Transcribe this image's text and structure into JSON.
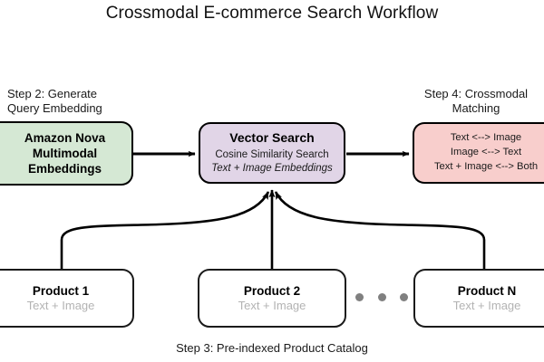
{
  "title": "Crossmodal E-commerce Search Workflow",
  "captions": {
    "step2": "Step 2: Generate\nQuery Embedding",
    "step2_line1": "Step 2: Generate",
    "step2_line2": "Query Embedding",
    "step4_line1": "Step 4: Crossmodal",
    "step4_line2": "Matching",
    "step3": "Step 3: Pre-indexed Product Catalog"
  },
  "nodes": {
    "embeddings": {
      "line1": "Amazon Nova",
      "line2": "Multimodal",
      "line3": "Embeddings",
      "color": "#d5e8d4"
    },
    "vector_search": {
      "title": "Vector Search",
      "subtitle": "Cosine Similarity Search",
      "detail": "Text + Image Embeddings",
      "color": "#e1d5e7"
    },
    "matching": {
      "line1": "Text <--> Image",
      "line2": "Image <--> Text",
      "line3": "Text + Image <--> Both",
      "color": "#f8cecc"
    }
  },
  "products": [
    {
      "name": "Product 1",
      "modality": "Text + Image"
    },
    {
      "name": "Product 2",
      "modality": "Text + Image"
    },
    {
      "name": "Product N",
      "modality": "Text + Image"
    }
  ],
  "ellipsis": {
    "dot_count": 3,
    "color": "#808080"
  },
  "edges": {
    "stroke": "#000000",
    "embeddings_to_vector": "arrow-right",
    "vector_to_matching": "arrow-right",
    "catalog_to_vector": "converging-arrow-up"
  }
}
